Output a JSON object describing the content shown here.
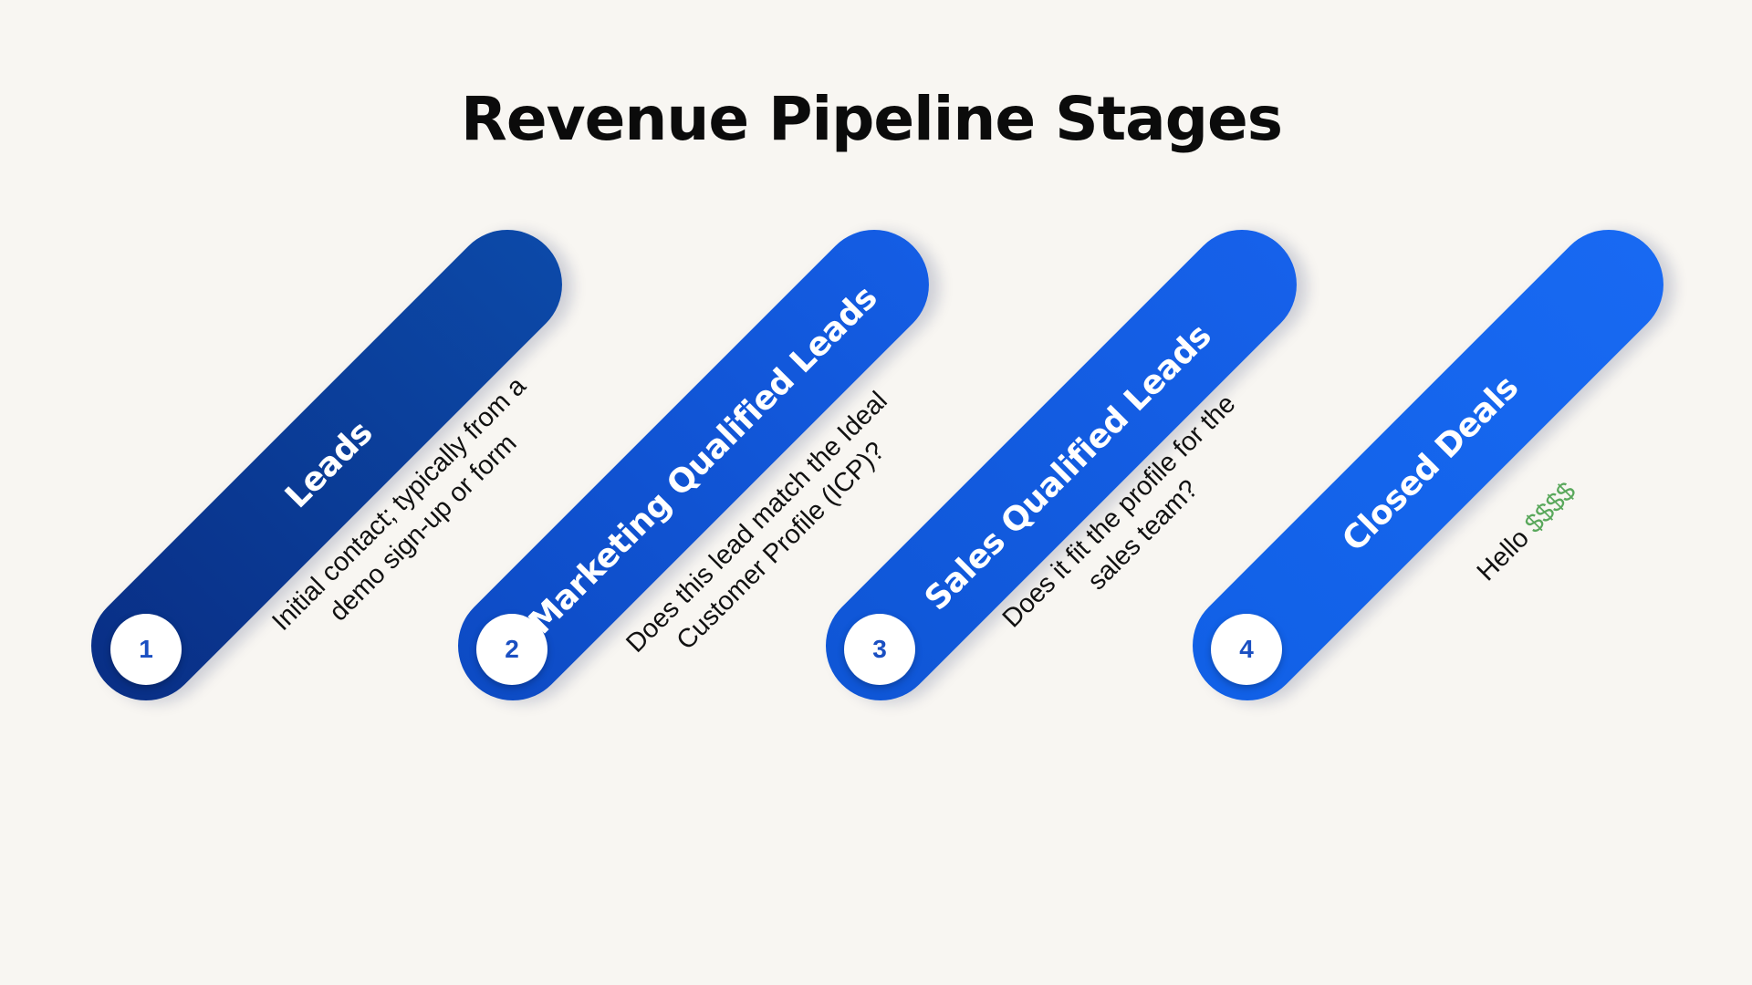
{
  "title": "Revenue Pipeline Stages",
  "colors": {
    "background": "#f8f6f2",
    "number_text": "#1a4fc2",
    "accent_money": "#5aa85c"
  },
  "stages": [
    {
      "number": "1",
      "title": "Leads",
      "description": "Initial contact; typically from a demo sign-up or form",
      "color_start": "#092f86",
      "color_end": "#0c49a8"
    },
    {
      "number": "2",
      "title": "Marketing Qualified Leads",
      "description": "Does this lead match the Ideal Customer Profile (ICP)?",
      "color_start": "#0d4bc4",
      "color_end": "#145de4"
    },
    {
      "number": "3",
      "title": "Sales Qualified Leads",
      "description": "Does it fit the profile for the sales team?",
      "color_start": "#0f56d6",
      "color_end": "#1661ea"
    },
    {
      "number": "4",
      "title": "Closed Deals",
      "description": "Hello",
      "description_accent": "$$$$",
      "color_start": "#1160e6",
      "color_end": "#1869f2"
    }
  ]
}
